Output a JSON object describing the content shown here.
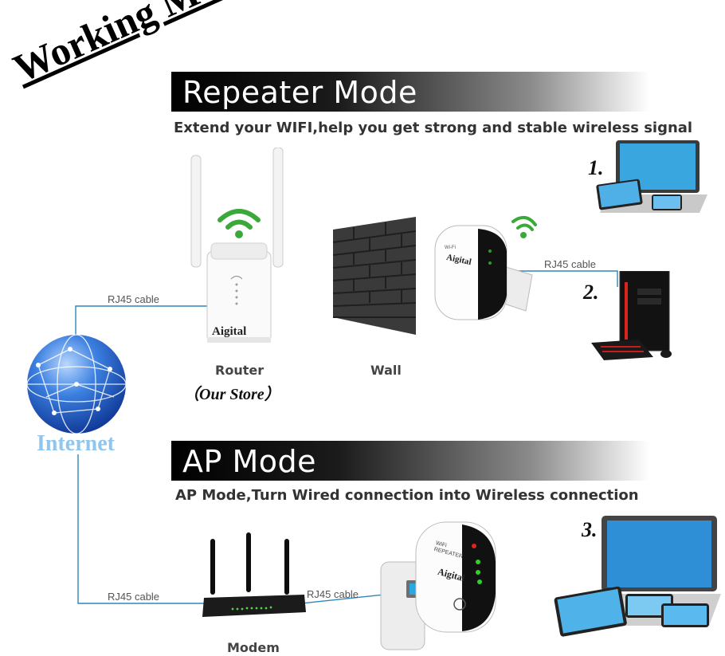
{
  "title": "Working Mode",
  "repeater": {
    "heading": "Repeater Mode",
    "subtitle": "Extend your WIFI,help you get strong and stable wireless signal",
    "router_caption": "Router",
    "router_store": "（Our Store）",
    "wall_caption": "Wall",
    "cable_left": "RJ45 cable",
    "cable_right": "RJ45 cable",
    "brand": "Aigital",
    "num1": "1.",
    "num2": "2."
  },
  "ap": {
    "heading": "AP Mode",
    "subtitle": "AP Mode,Turn Wired connection into Wireless connection",
    "modem_caption": "Modem",
    "cable_left": "RJ45 cable",
    "cable_mid": "RJ45 cable",
    "brand": "Aigital",
    "device_label": "WiFi REPEATER",
    "num3": "3."
  },
  "internet_label": "Internet",
  "colors": {
    "wifi_green": "#3aa93a",
    "cable": "#2e86b9",
    "globe": "#2f6fd6"
  }
}
